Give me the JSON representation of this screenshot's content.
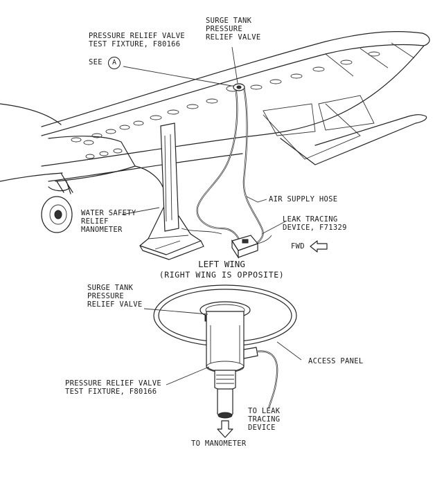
{
  "labels": {
    "test_fixture_top": "PRESSURE RELIEF VALVE\nTEST FIXTURE, F80166",
    "see_prefix": "SEE",
    "see_ref": "A",
    "surge_tank_top": "SURGE TANK\nPRESSURE\nRELIEF VALVE",
    "air_supply_hose": "AIR SUPPLY HOSE",
    "leak_tracing_device": "LEAK TRACING\nDEVICE, F71329",
    "fwd": "FWD",
    "water_manometer": "WATER SAFETY\nRELIEF\nMANOMETER",
    "caption_line1": "LEFT WING",
    "caption_line2": "(RIGHT WING IS OPPOSITE)",
    "surge_tank_detail": "SURGE TANK\nPRESSURE\nRELIEF VALVE",
    "access_panel": "ACCESS PANEL",
    "test_fixture_detail": "PRESSURE RELIEF VALVE\nTEST FIXTURE, F80166",
    "to_leak_tracing": "TO LEAK\nTRACING\nDEVICE",
    "to_manometer": "TO MANOMETER"
  },
  "icons": {
    "fwd_arrow": "arrow-left-icon",
    "down_arrow": "arrow-down-icon"
  }
}
